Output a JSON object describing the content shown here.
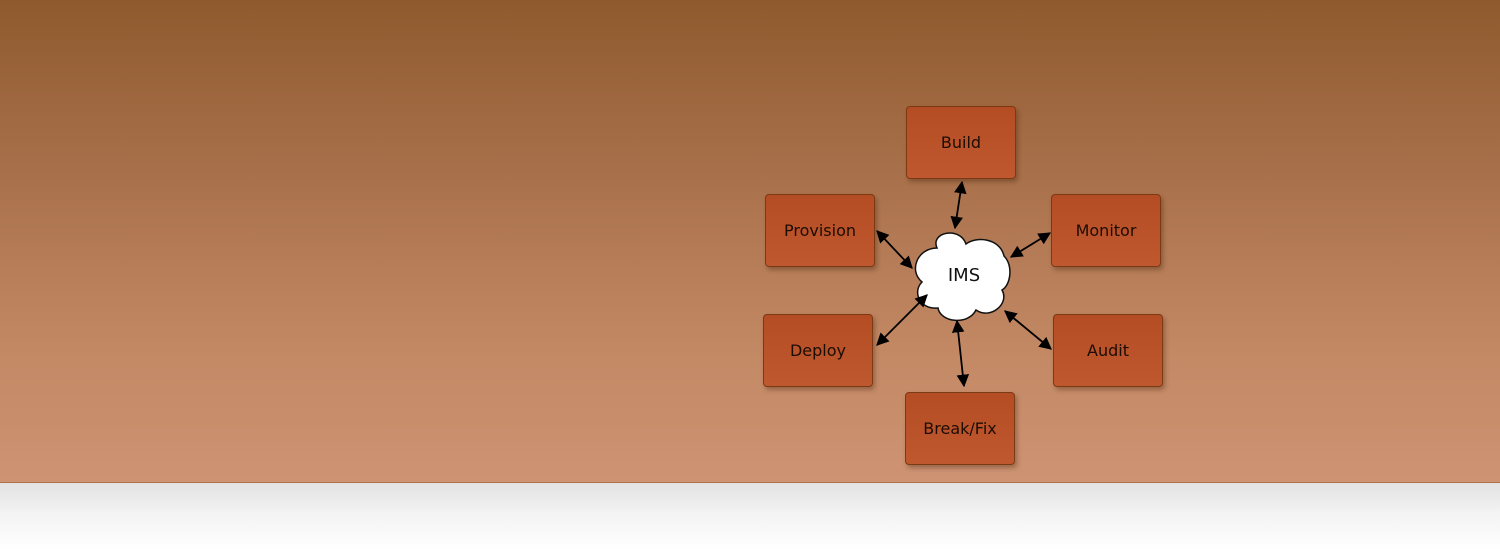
{
  "diagram": {
    "hub": {
      "label": "IMS"
    },
    "nodes": [
      {
        "id": "build",
        "label": "Build"
      },
      {
        "id": "provision",
        "label": "Provision"
      },
      {
        "id": "monitor",
        "label": "Monitor"
      },
      {
        "id": "deploy",
        "label": "Deploy"
      },
      {
        "id": "audit",
        "label": "Audit"
      },
      {
        "id": "breakfix",
        "label": "Break/Fix"
      }
    ],
    "connections": [
      {
        "from": "IMS",
        "to": "Build",
        "bidirectional": true
      },
      {
        "from": "IMS",
        "to": "Provision",
        "bidirectional": true
      },
      {
        "from": "IMS",
        "to": "Monitor",
        "bidirectional": true
      },
      {
        "from": "IMS",
        "to": "Deploy",
        "bidirectional": true
      },
      {
        "from": "IMS",
        "to": "Audit",
        "bidirectional": true
      },
      {
        "from": "IMS",
        "to": "Break/Fix",
        "bidirectional": true
      }
    ]
  },
  "colors": {
    "banner_top": "#8f5a2e",
    "banner_bottom": "#cd9373",
    "node_fill": "#b9522a",
    "node_border": "#7a3a12",
    "hub_fill": "#ffffff",
    "arrow": "#000000"
  }
}
